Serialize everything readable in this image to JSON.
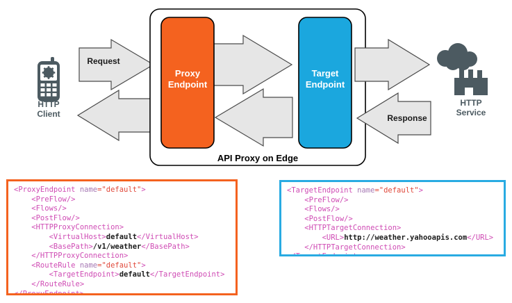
{
  "diagram": {
    "title": "API Proxy on Edge",
    "client": {
      "label_line1": "HTTP",
      "label_line2": "Client",
      "icon": "mobile-phone-gear-icon"
    },
    "service": {
      "label_line1": "HTTP",
      "label_line2": "Service",
      "icon": "cloud-factory-icon"
    },
    "proxy_endpoint": {
      "label_line1": "Proxy",
      "label_line2": "Endpoint",
      "color": "#f4621f"
    },
    "target_endpoint": {
      "label_line1": "Target",
      "label_line2": "Endpoint",
      "color": "#1ba7de"
    },
    "arrows": {
      "request": "Request",
      "response": "Response"
    },
    "colors": {
      "arrow_fill": "#e6e6e6",
      "arrow_stroke": "#4a4a4a",
      "node_icon": "#4c5a61",
      "outer_box_stroke": "#000000"
    }
  },
  "code": {
    "proxy": {
      "border_color": "#f4621f",
      "lines": [
        [
          {
            "c": "t",
            "s": "<ProxyEndpoint "
          },
          {
            "c": "a",
            "s": "name"
          },
          {
            "c": "v",
            "s": "=\"default\""
          },
          {
            "c": "t",
            "s": ">"
          }
        ],
        [
          {
            "c": "t",
            "s": "    <PreFlow/>"
          }
        ],
        [
          {
            "c": "t",
            "s": "    <Flows/>"
          }
        ],
        [
          {
            "c": "t",
            "s": "    <PostFlow/>"
          }
        ],
        [
          {
            "c": "t",
            "s": "    <HTTPProxyConnection>"
          }
        ],
        [
          {
            "c": "t",
            "s": "        <VirtualHost>"
          },
          {
            "c": "x",
            "s": "default"
          },
          {
            "c": "t",
            "s": "</VirtualHost>"
          }
        ],
        [
          {
            "c": "t",
            "s": "        <BasePath>"
          },
          {
            "c": "x",
            "s": "/v1/weather"
          },
          {
            "c": "t",
            "s": "</BasePath>"
          }
        ],
        [
          {
            "c": "t",
            "s": "    </HTTPProxyConnection>"
          }
        ],
        [
          {
            "c": "t",
            "s": "    <RouteRule "
          },
          {
            "c": "a",
            "s": "name"
          },
          {
            "c": "v",
            "s": "=\"default\""
          },
          {
            "c": "t",
            "s": ">"
          }
        ],
        [
          {
            "c": "t",
            "s": "        <TargetEndpoint>"
          },
          {
            "c": "x",
            "s": "default"
          },
          {
            "c": "t",
            "s": "</TargetEndpoint>"
          }
        ],
        [
          {
            "c": "t",
            "s": "    </RouteRule>"
          }
        ],
        [
          {
            "c": "t",
            "s": "</ProxyEndpoint>"
          }
        ]
      ]
    },
    "target": {
      "border_color": "#29abe2",
      "lines": [
        [
          {
            "c": "t",
            "s": "<TargetEndpoint "
          },
          {
            "c": "a",
            "s": "name"
          },
          {
            "c": "v",
            "s": "=\"default\""
          },
          {
            "c": "t",
            "s": ">"
          }
        ],
        [
          {
            "c": "t",
            "s": "    <PreFlow/>"
          }
        ],
        [
          {
            "c": "t",
            "s": "    <Flows/>"
          }
        ],
        [
          {
            "c": "t",
            "s": "    <PostFlow/>"
          }
        ],
        [
          {
            "c": "t",
            "s": "    <HTTPTargetConnection>"
          }
        ],
        [
          {
            "c": "t",
            "s": "        <URL>"
          },
          {
            "c": "x",
            "s": "http://weather.yahooapis.com"
          },
          {
            "c": "t",
            "s": "</URL>"
          }
        ],
        [
          {
            "c": "t",
            "s": "    </HTTPTargetConnection>"
          }
        ],
        [
          {
            "c": "t",
            "s": "</TargetEndpoint>"
          }
        ]
      ]
    }
  }
}
